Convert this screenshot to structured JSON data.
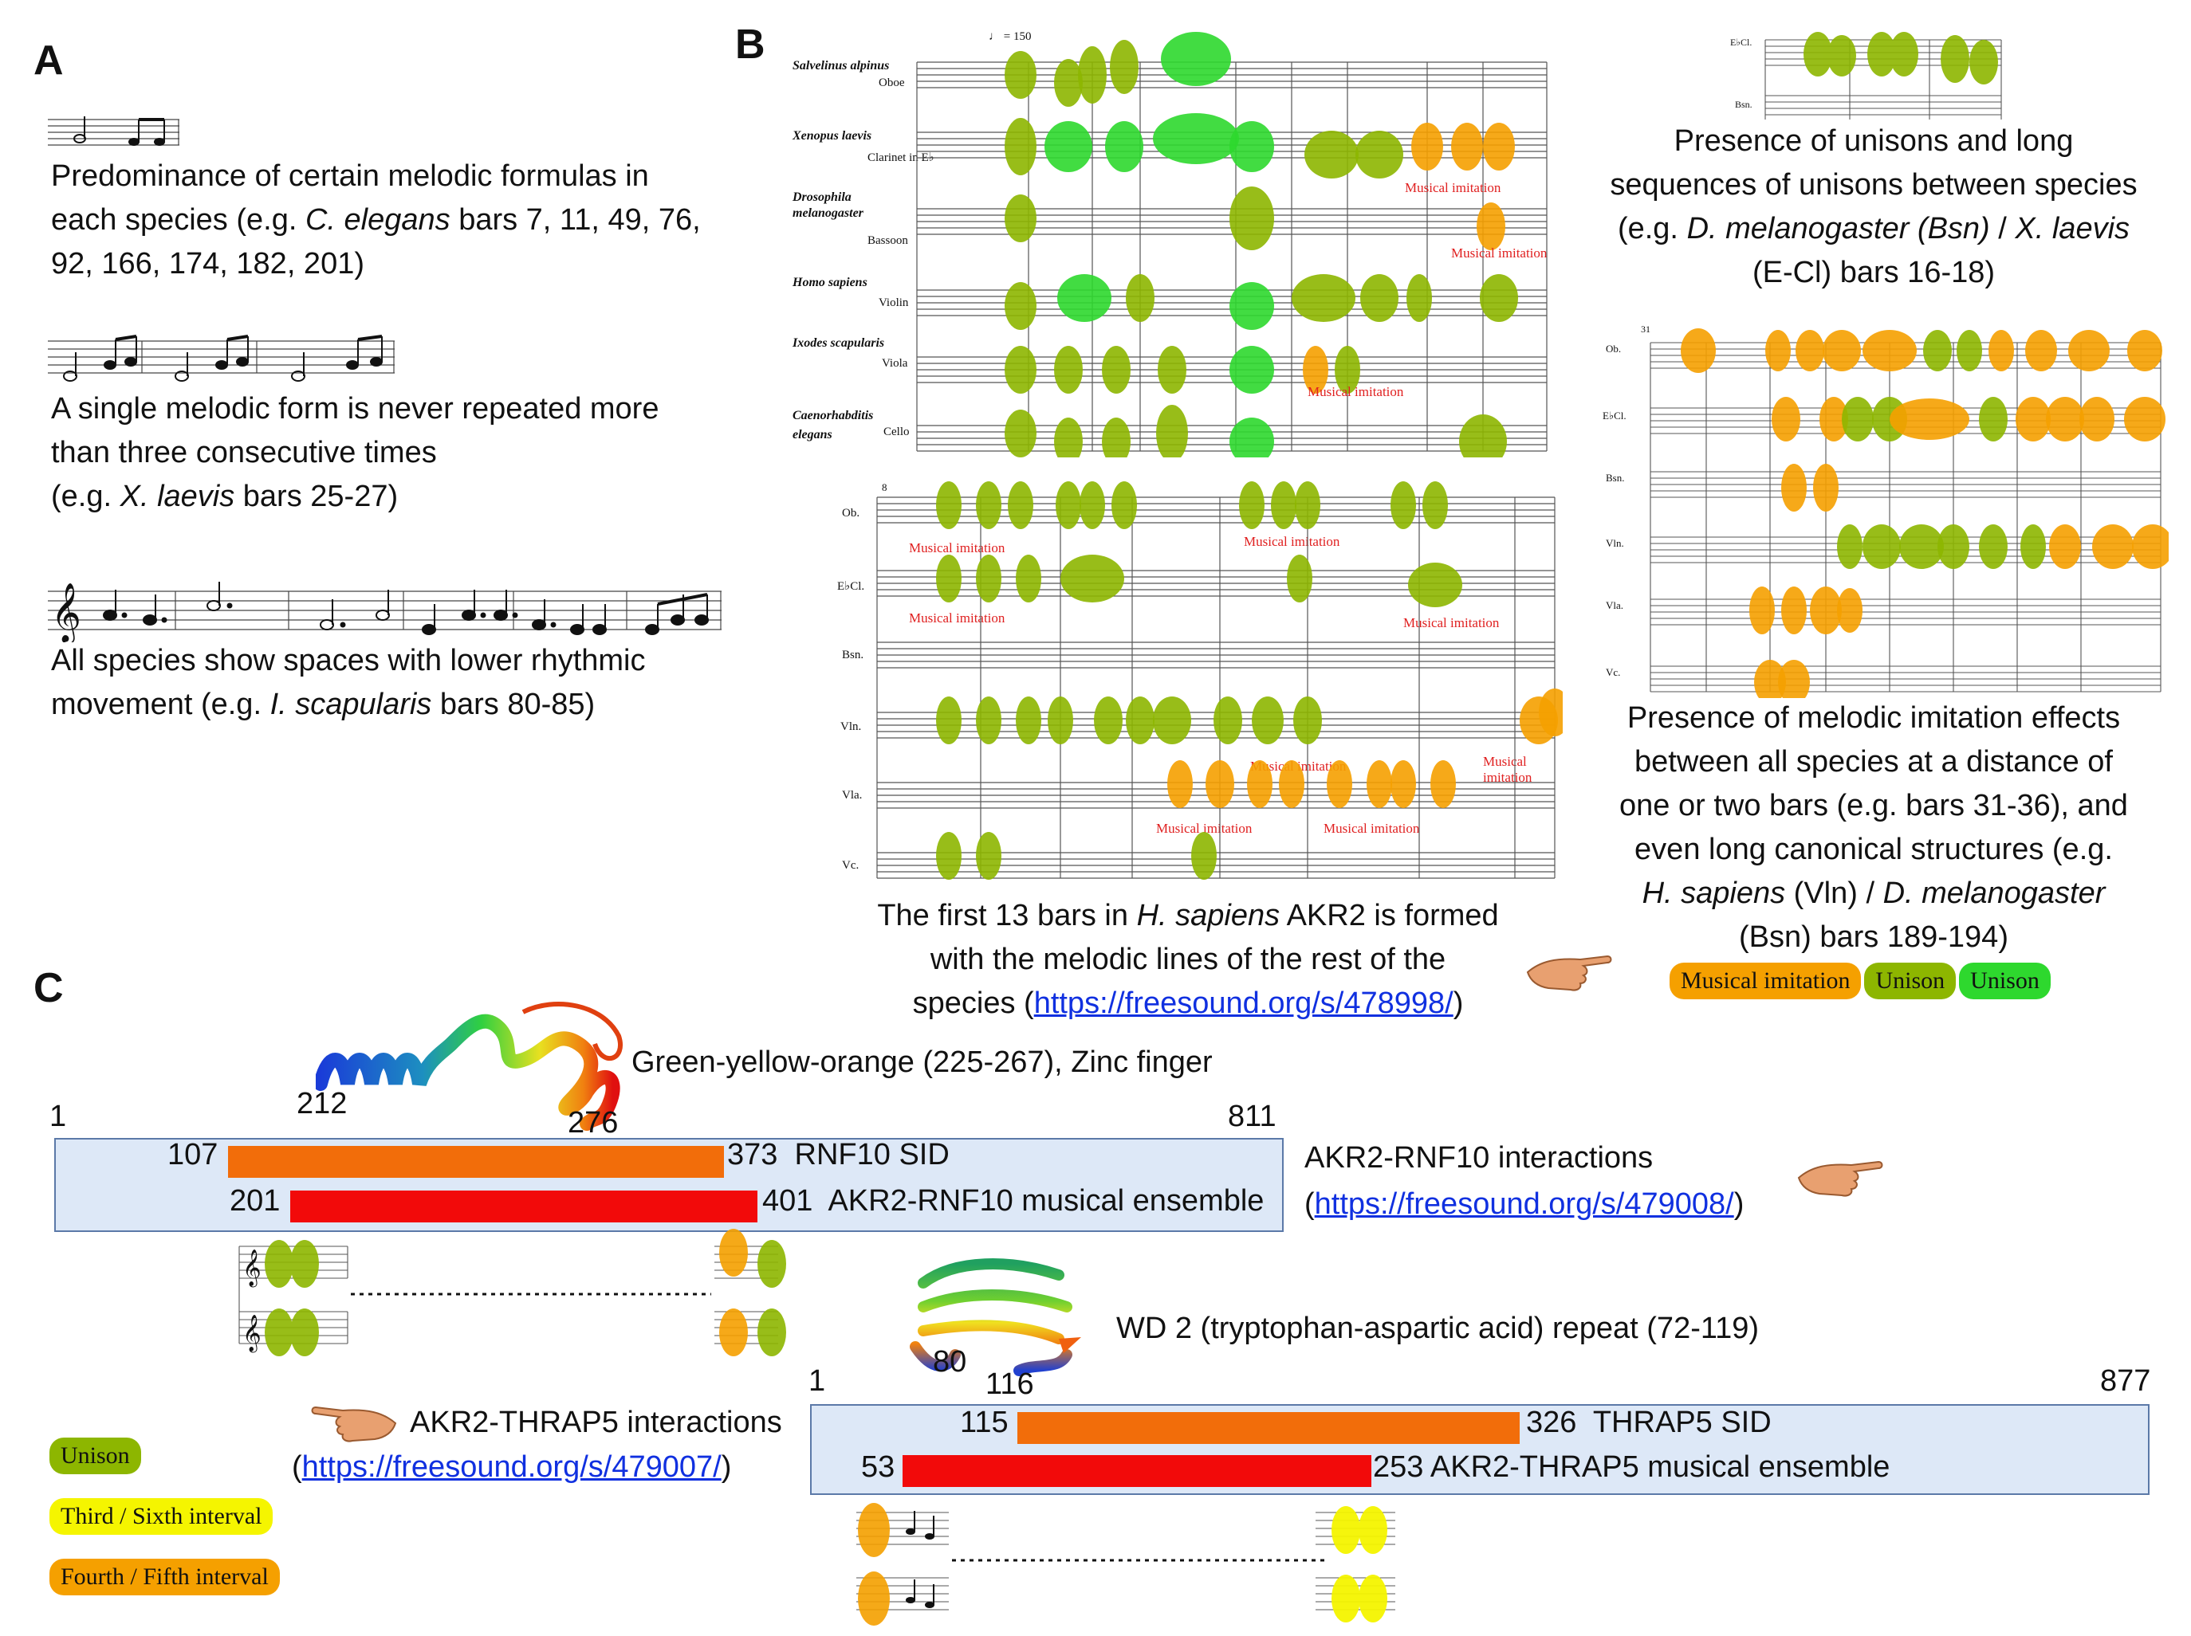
{
  "panelA": {
    "letter": "A",
    "text1_a": "Predominance of certain melodic formulas in",
    "text1_b_pre": "each species (e.g. ",
    "text1_b_species": "C. elegans",
    "text1_b_post": " bars 7, 11, 49, 76,",
    "text1_c": "92, 166, 174, 182, 201)",
    "text2_a": "A single melodic form is never repeated more",
    "text2_b": "than three consecutive times",
    "text2_c_pre": "(e.g. ",
    "text2_c_species": "X. laevis",
    "text2_c_post": " bars 25-27)",
    "text3_a": "All species show spaces with lower rhythmic",
    "text3_b_pre": "movement (e.g. ",
    "text3_b_species": "I. scapularis",
    "text3_b_post": " bars 80-85)"
  },
  "panelB": {
    "letter": "B",
    "tempo": "♩ = 150",
    "species": [
      {
        "name": "Salvelinus alpinus",
        "instrument": "Oboe"
      },
      {
        "name": "Xenopus laevis",
        "instrument": "Clarinet in E♭"
      },
      {
        "name": "Drosophila melanogaster",
        "instrument": "Bassoon"
      },
      {
        "name": "Homo sapiens",
        "instrument": "Violin"
      },
      {
        "name": "Ixodes scapularis",
        "instrument": "Viola"
      },
      {
        "name": "Caenorhabditis elegans",
        "instrument": "Cello"
      }
    ],
    "abbr": [
      "Ob.",
      "E♭Cl.",
      "Bsn.",
      "Vln.",
      "Vla.",
      "Vc."
    ],
    "imitation_label": "Musical imitation",
    "right_top_caption_a": "Presence of unisons and long",
    "right_top_caption_b": "sequences of unisons between species",
    "right_top_caption_c_pre": "(e.g. ",
    "right_top_caption_c_sp1": "D. melanogaster (Bsn)",
    "right_top_caption_c_mid": " / ",
    "right_top_caption_c_sp2": "X. laevis",
    "right_top_caption_d": "(E-Cl) bars 16-18)",
    "right_bottom_caption_a": "Presence of melodic imitation effects",
    "right_bottom_caption_b": "between all species at a distance of",
    "right_bottom_caption_c": "one or two bars (e.g. bars 31-36), and",
    "right_bottom_caption_d": "even long canonical structures (e.g.",
    "right_bottom_caption_e_sp1": "H. sapiens",
    "right_bottom_caption_e_mid": " (Vln) / ",
    "right_bottom_caption_e_sp2": "D. melanogaster",
    "right_bottom_caption_f": "(Bsn) bars 189-194)",
    "main_caption_a_pre": "The first 13 bars in ",
    "main_caption_a_species": "H. sapiens",
    "main_caption_a_post": " AKR2 is formed",
    "main_caption_b": "with the melodic lines of the rest of the",
    "main_caption_c_pre": "species (",
    "main_caption_c_link": "https://freesound.org/s/478998/",
    "main_caption_c_post": ")",
    "legend": [
      "Musical imitation",
      "Unison",
      "Unison"
    ],
    "bar_numbers": [
      "8",
      "31"
    ]
  },
  "panelC": {
    "letter": "C",
    "zinc_label": "Green-yellow-orange (225-267), Zinc finger",
    "zinc_start": "212",
    "zinc_end": "276",
    "rnf_start": "1",
    "rnf_end": "811",
    "rnf_sid_start": "107",
    "rnf_sid_end": "373",
    "rnf_sid_label": "RNF10 SID",
    "rnf_ens_start": "201",
    "rnf_ens_end": "401",
    "rnf_ens_label": "AKR2-RNF10 musical ensemble",
    "rnf_interactions": "AKR2-RNF10 interactions",
    "rnf_link": "https://freesound.org/s/479008/",
    "wd_label": "WD 2 (tryptophan-aspartic acid) repeat (72-119)",
    "wd_start": "80",
    "wd_end": "116",
    "thrap_start": "1",
    "thrap_end": "877",
    "thrap_sid_start": "115",
    "thrap_sid_end": "326",
    "thrap_sid_label": "THRAP5 SID",
    "thrap_ens_start": "53",
    "thrap_ens_end": "253",
    "thrap_ens_label": "AKR2-THRAP5 musical ensemble",
    "thrap_interactions": "AKR2-THRAP5 interactions",
    "thrap_link": "https://freesound.org/s/479007/",
    "legend": [
      "Unison",
      "Third / Sixth interval",
      "Fourth / Fifth interval"
    ],
    "colors": {
      "unison": "#8db600",
      "third": "#f5f500",
      "fourth": "#f5a000",
      "sid": "#f26d0a",
      "ensemble": "#f20a0a",
      "box": "#dde8f7",
      "link": "#1030e0"
    }
  }
}
